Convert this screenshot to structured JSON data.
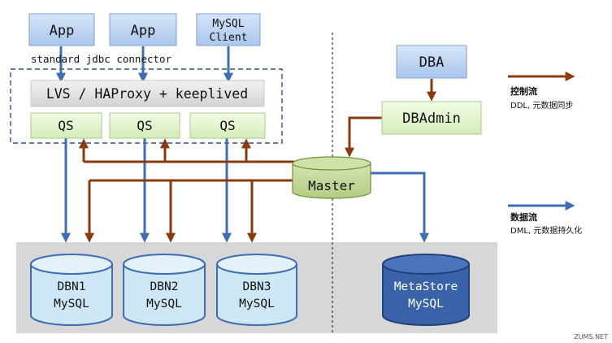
{
  "nodes": {
    "app1": "App",
    "app2": "App",
    "mysql_client_line1": "MySQL",
    "mysql_client_line2": "Client",
    "connector_label": "standard jdbc connector",
    "lvs": "LVS / HAProxy + keeplived",
    "qs1": "QS",
    "qs2": "QS",
    "qs3": "QS",
    "dba": "DBA",
    "dbadmin": "DBAdmin",
    "master": "Master",
    "dbn1_line1": "DBN1",
    "dbn1_line2": "MySQL",
    "dbn2_line1": "DBN2",
    "dbn2_line2": "MySQL",
    "dbn3_line1": "DBN3",
    "dbn3_line2": "MySQL",
    "metastore_line1": "MetaStore",
    "metastore_line2": "MySQL"
  },
  "legend": {
    "control_title": "控制流",
    "control_desc": "DDL, 元数据同步",
    "data_title": "数据流",
    "data_desc": "DML, 元数据持久化"
  },
  "watermark": "ZUMS.NET",
  "colors": {
    "control_flow": "#8b3a0f",
    "data_flow": "#3f6db4",
    "box_blue": "#bcd4f2",
    "box_green": "#e3f4cf",
    "master_green": "#c3d89a",
    "db_light": "#cde7f5",
    "db_dark": "#3a62a8",
    "panel_gray": "#d7d7d7"
  }
}
